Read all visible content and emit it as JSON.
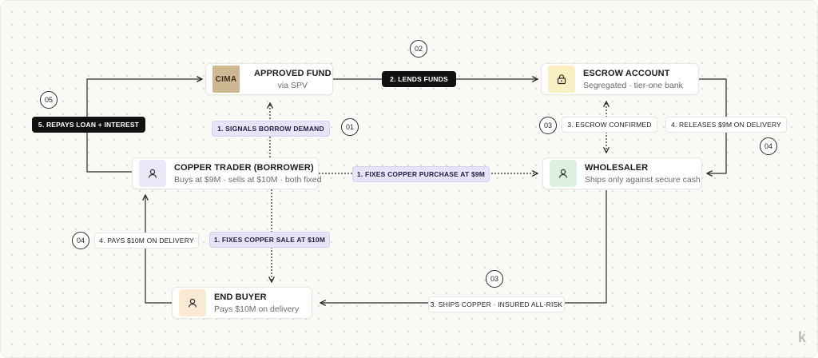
{
  "nodes": {
    "fund": {
      "badge": "CIMA",
      "title": "APPROVED FUND",
      "subtitle": "via SPV"
    },
    "escrow": {
      "title": "ESCROW ACCOUNT",
      "subtitle": "Segregated · tier-one bank",
      "icon": "lock-icon",
      "badge_color": "#fbf0c4"
    },
    "trader": {
      "title": "COPPER TRADER (BORROWER)",
      "subtitle": "Buys at $9M · sells at $10M · both fixed",
      "icon": "user-icon",
      "badge_color": "#ebe8f8"
    },
    "wholesaler": {
      "title": "WHOLESALER",
      "subtitle": "Ships only against secure cash",
      "icon": "user-icon",
      "badge_color": "#dcf2df"
    },
    "buyer": {
      "title": "END BUYER",
      "subtitle": "Pays $10M on delivery",
      "icon": "user-icon",
      "badge_color": "#fbead3"
    }
  },
  "labels": {
    "lends_funds": "2. LENDS FUNDS",
    "repays": "5. REPAYS LOAN + INTEREST",
    "signals": "1. SIGNALS BORROW DEMAND",
    "fixes_purchase": "1. FIXES COPPER PURCHASE AT $9M",
    "fixes_sale": "1. FIXES COPPER SALE AT $10M",
    "escrow_confirmed": "3. ESCROW CONFIRMED",
    "releases": "4. RELEASES $9M ON DELIVERY",
    "pays": "4. PAYS $10M ON DELIVERY",
    "ships": "3. SHIPS COPPER · INSURED ALL-RISK"
  },
  "steps": {
    "s02": "02",
    "s05": "05",
    "s01": "01",
    "s03a": "03",
    "s04a": "04",
    "s04b": "04",
    "s03b": "03"
  },
  "colors": {
    "dark_pill": "#111111",
    "purple_pill": "#e6e4f7",
    "line": "#2b2b2b"
  },
  "brand": "k"
}
